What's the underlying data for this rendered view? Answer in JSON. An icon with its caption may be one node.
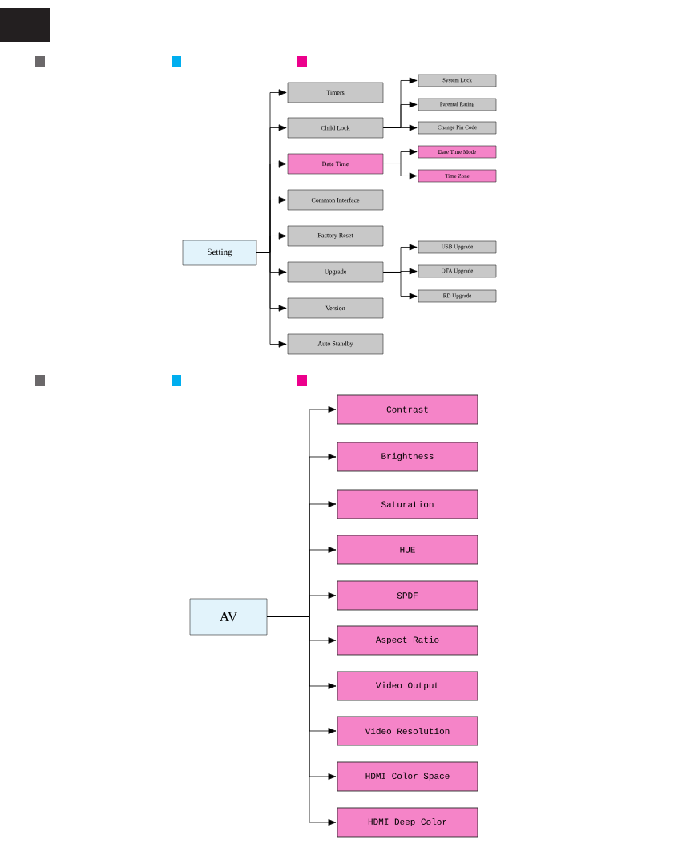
{
  "diagram": {
    "nodes": [
      {
        "text": [
          "Setting"
        ]
      },
      {
        "text": [
          "Timers"
        ]
      },
      {
        "text": [
          "Child Lock"
        ]
      },
      {
        "text": [
          "Date Time"
        ]
      },
      {
        "text": [
          "Common Interface"
        ]
      },
      {
        "text": [
          "Factory Reset"
        ]
      },
      {
        "text": [
          "Upgrade"
        ]
      },
      {
        "text": [
          "Version"
        ]
      },
      {
        "text": [
          "Auto Standby"
        ]
      },
      {
        "text": [
          "System Lock"
        ]
      },
      {
        "text": [
          "Parental Rating"
        ]
      },
      {
        "text": [
          "Change Pin Code"
        ]
      },
      {
        "text": [
          "Date Time Mode"
        ]
      },
      {
        "text": [
          "Time Zone"
        ]
      },
      {
        "text": [
          "USB Upgrade"
        ]
      },
      {
        "text": [
          "OTA Upgrade"
        ]
      },
      {
        "text": [
          "RD Upgrade"
        ]
      },
      {
        "text": [
          "AV"
        ]
      },
      {
        "text": [
          "Contrast"
        ]
      },
      {
        "text": [
          "Brightness"
        ]
      },
      {
        "text": [
          "Saturation"
        ]
      },
      {
        "text": [
          "HUE"
        ]
      },
      {
        "text": [
          "SPDF"
        ]
      },
      {
        "text": [
          "Aspect Ratio"
        ]
      },
      {
        "text": [
          "Video Output"
        ]
      },
      {
        "text": [
          "Video Resolution"
        ]
      },
      {
        "text": [
          "HDMI Color Space"
        ]
      },
      {
        "text": [
          "HDMI Deep Color"
        ]
      }
    ],
    "edges": [
      {
        "from": 0,
        "to": 1,
        "arrow": "to"
      },
      {
        "from": 0,
        "to": 2,
        "arrow": "to"
      },
      {
        "from": 0,
        "to": 3,
        "arrow": "to"
      },
      {
        "from": 0,
        "to": 4,
        "arrow": "to"
      },
      {
        "from": 0,
        "to": 5,
        "arrow": "to"
      },
      {
        "from": 0,
        "to": 6,
        "arrow": "to"
      },
      {
        "from": 0,
        "to": 7,
        "arrow": "to"
      },
      {
        "from": 0,
        "to": 8,
        "arrow": "to"
      },
      {
        "from": 2,
        "to": 9,
        "arrow": "to"
      },
      {
        "from": 2,
        "to": 10,
        "arrow": "to"
      },
      {
        "from": 2,
        "to": 11,
        "arrow": "to"
      },
      {
        "from": 3,
        "to": 12,
        "arrow": "to"
      },
      {
        "from": 3,
        "to": 13,
        "arrow": "to"
      },
      {
        "from": 6,
        "to": 14,
        "arrow": "to"
      },
      {
        "from": 6,
        "to": 15,
        "arrow": "to"
      },
      {
        "from": 6,
        "to": 16,
        "arrow": "to"
      },
      {
        "from": 17,
        "to": 18,
        "arrow": "to"
      },
      {
        "from": 17,
        "to": 19,
        "arrow": "to"
      },
      {
        "from": 17,
        "to": 20,
        "arrow": "to"
      },
      {
        "from": 17,
        "to": 21,
        "arrow": "to"
      },
      {
        "from": 17,
        "to": 22,
        "arrow": "to"
      },
      {
        "from": 17,
        "to": 23,
        "arrow": "to"
      },
      {
        "from": 17,
        "to": 24,
        "arrow": "to"
      },
      {
        "from": 17,
        "to": 25,
        "arrow": "to"
      },
      {
        "from": 17,
        "to": 26,
        "arrow": "to"
      },
      {
        "from": 17,
        "to": 27,
        "arrow": "to"
      }
    ]
  }
}
